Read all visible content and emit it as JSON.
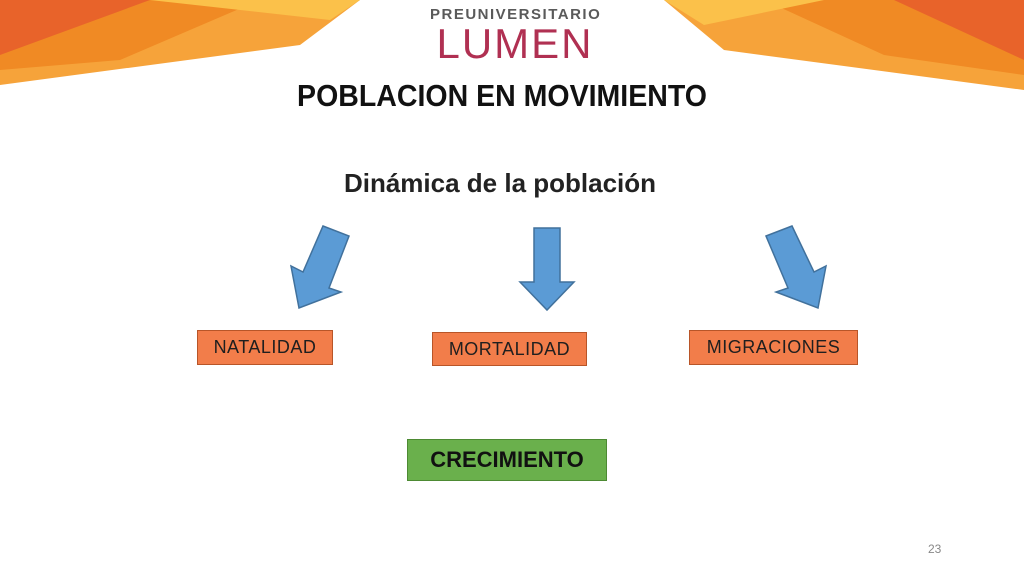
{
  "header": {
    "logo_line1": "PREUNIVERSITARIO",
    "logo_line2": "LUMEN"
  },
  "slide": {
    "title": "POBLACION EN MOVIMIENTO",
    "subtitle": "Dinámica de la población",
    "boxes": [
      {
        "label": "NATALIDAD"
      },
      {
        "label": "MORTALIDAD"
      },
      {
        "label": "MIGRACIONES"
      }
    ],
    "result": {
      "label": "CRECIMIENTO"
    },
    "page_number": "23"
  },
  "colors": {
    "arrow_fill": "#5b9bd5",
    "box_fill": "#f27d4a",
    "result_fill": "#6ab04c",
    "logo_accent": "#b03052",
    "corner_orange": "#f08a24"
  },
  "icons": {
    "arrows": [
      "arrow-down-left-icon",
      "arrow-down-icon",
      "arrow-down-right-icon"
    ]
  }
}
